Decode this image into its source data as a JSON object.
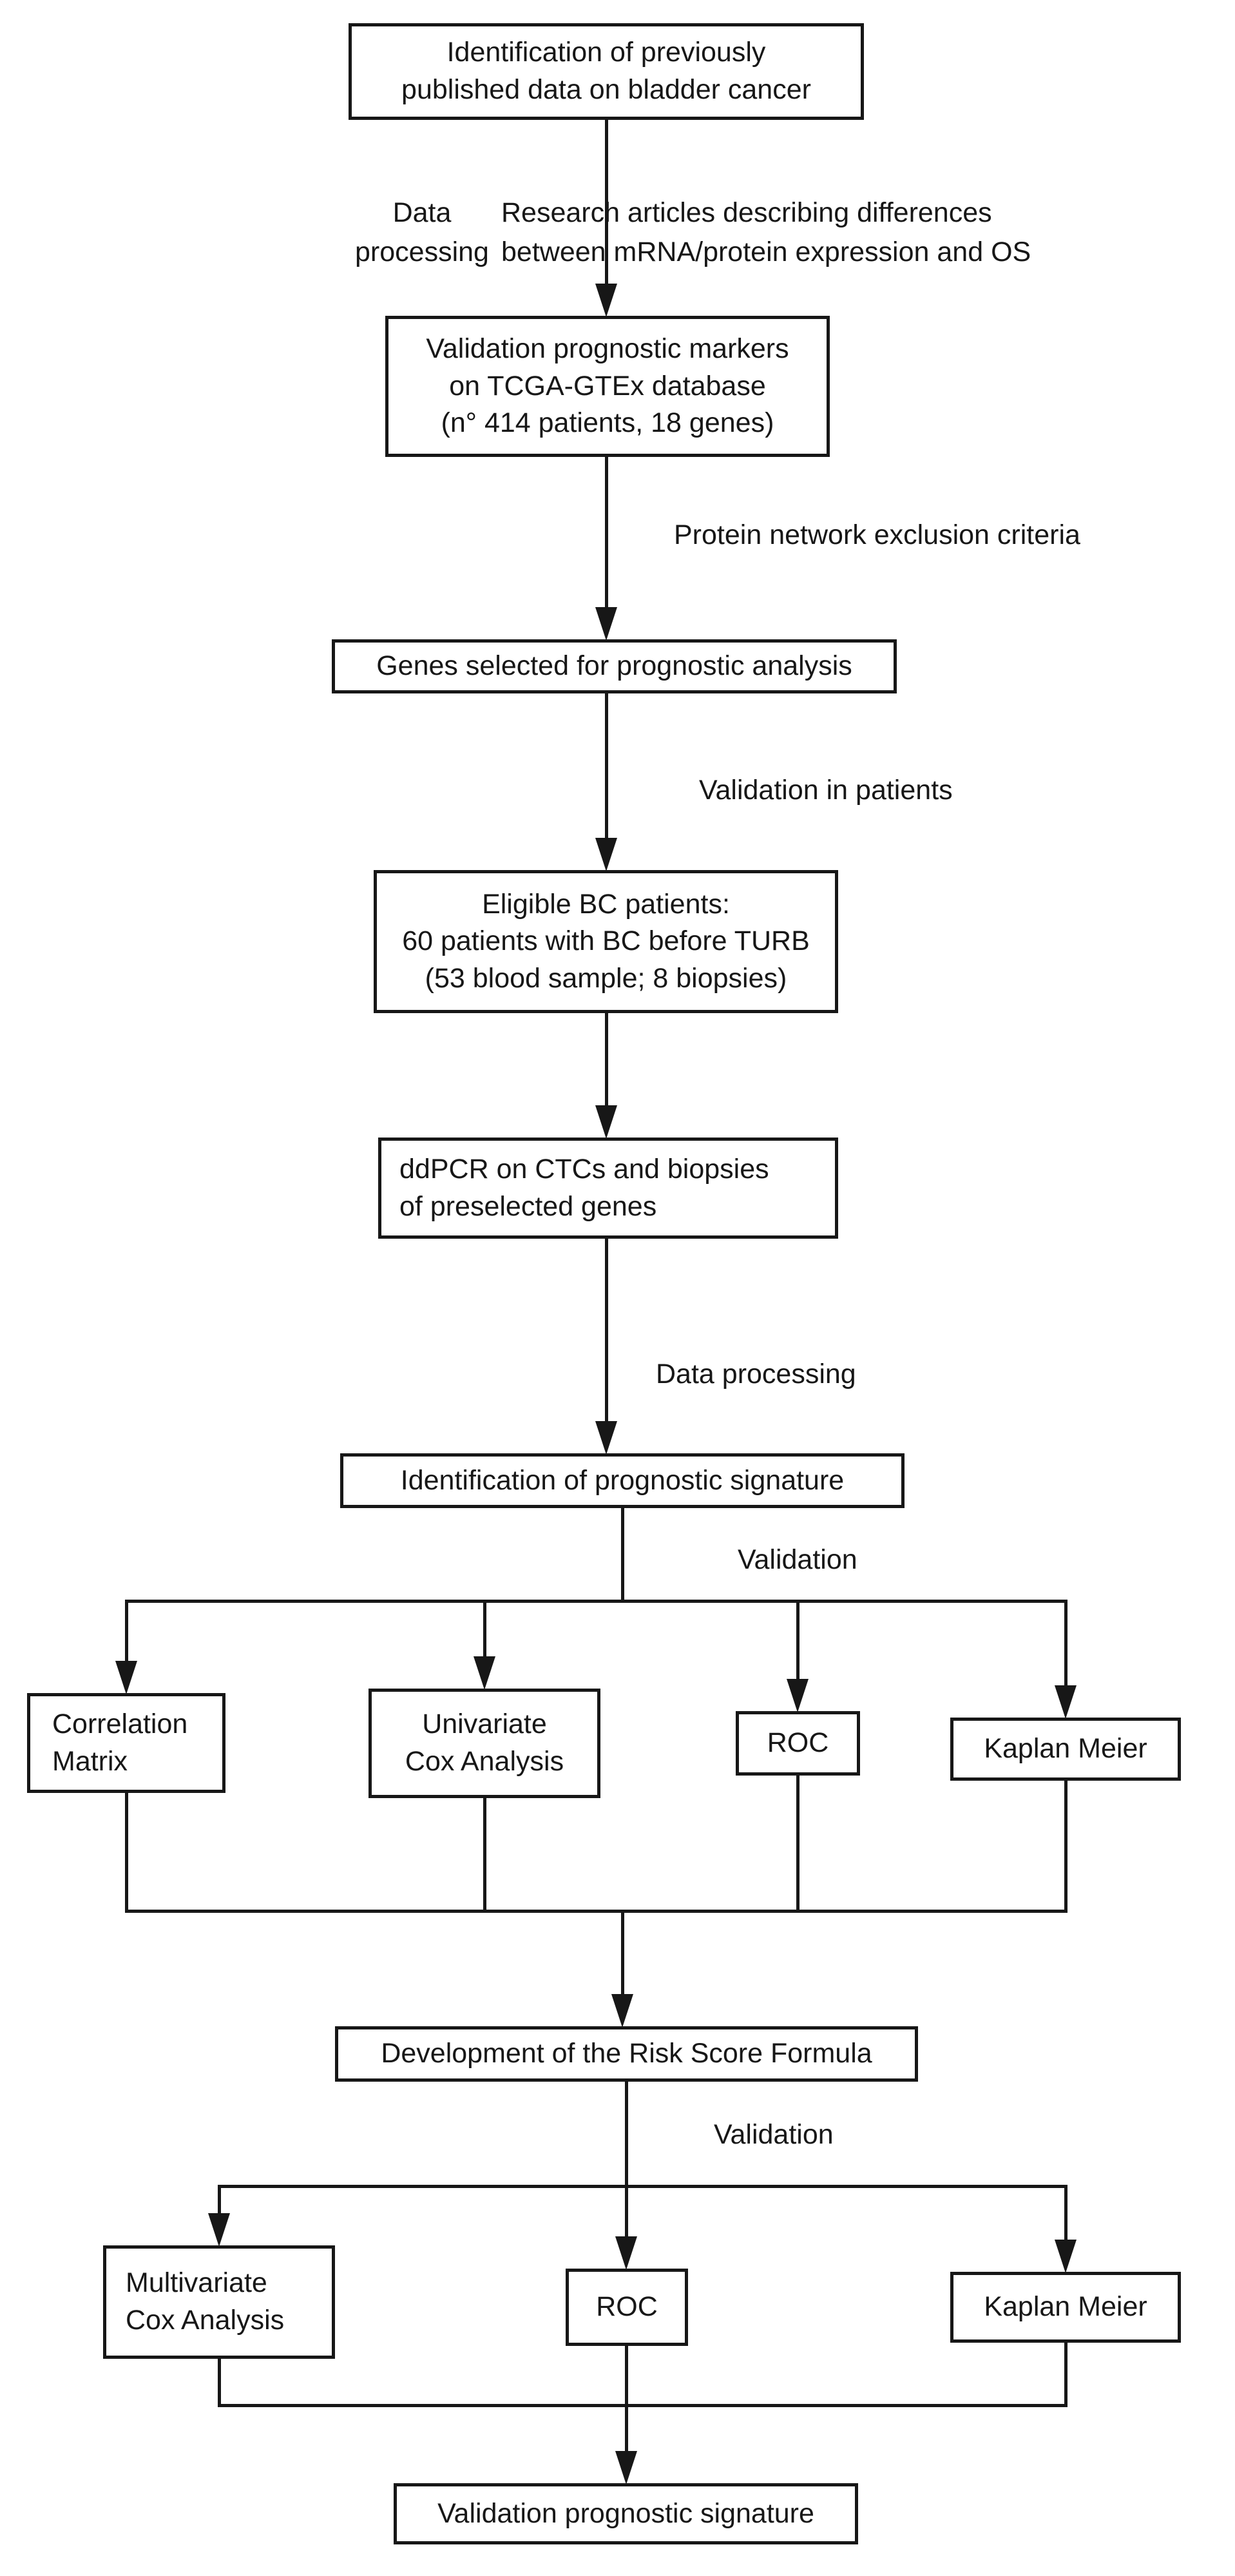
{
  "figure_type": "flowchart",
  "colors": {
    "background": "#ffffff",
    "line": "#171717",
    "box_border": "#171717",
    "text": "#171717",
    "box_fill": "#ffffff"
  },
  "nodes": {
    "identification_published": {
      "lines": [
        "Identification of previously",
        "published data on bladder cancer"
      ]
    },
    "validation_markers": {
      "lines": [
        "Validation prognostic markers",
        "on TCGA-GTEx database",
        "(n° 414 patients, 18 genes)"
      ]
    },
    "genes_selected": {
      "lines": [
        "Genes selected for prognostic analysis"
      ]
    },
    "eligible_patients": {
      "lines": [
        "Eligible BC patients:",
        "60 patients with BC before TURB",
        "(53 blood sample; 8 biopsies)"
      ]
    },
    "ddpcr": {
      "lines": [
        "ddPCR on CTCs and biopsies",
        "of preselected genes"
      ]
    },
    "prognostic_signature": {
      "lines": [
        "Identification of prognostic signature"
      ]
    },
    "correlation_matrix": {
      "lines": [
        "Correlation",
        "Matrix"
      ]
    },
    "univariate_cox": {
      "lines": [
        "Univariate",
        "Cox Analysis"
      ]
    },
    "roc_1": {
      "lines": [
        "ROC"
      ]
    },
    "kaplan_meier_1": {
      "lines": [
        "Kaplan Meier"
      ]
    },
    "risk_score": {
      "lines": [
        "Development of the Risk Score Formula"
      ]
    },
    "multivariate_cox": {
      "lines": [
        "Multivariate",
        "Cox Analysis"
      ]
    },
    "roc_2": {
      "lines": [
        "ROC"
      ]
    },
    "kaplan_meier_2": {
      "lines": [
        "Kaplan Meier"
      ]
    },
    "validation_signature": {
      "lines": [
        "Validation prognostic signature"
      ]
    }
  },
  "edge_labels": {
    "data_processing_1": {
      "lines": [
        "Data",
        "processing"
      ]
    },
    "research_articles": {
      "lines": [
        "Research articles describing differences",
        "between mRNA/protein expression and OS"
      ]
    },
    "protein_network": {
      "lines": [
        "Protein network exclusion criteria"
      ]
    },
    "validation_in_patients": {
      "lines": [
        "Validation in patients"
      ]
    },
    "data_processing_2": {
      "lines": [
        "Data processing"
      ]
    },
    "validation_1": {
      "lines": [
        "Validation"
      ]
    },
    "validation_2": {
      "lines": [
        "Validation"
      ]
    }
  }
}
